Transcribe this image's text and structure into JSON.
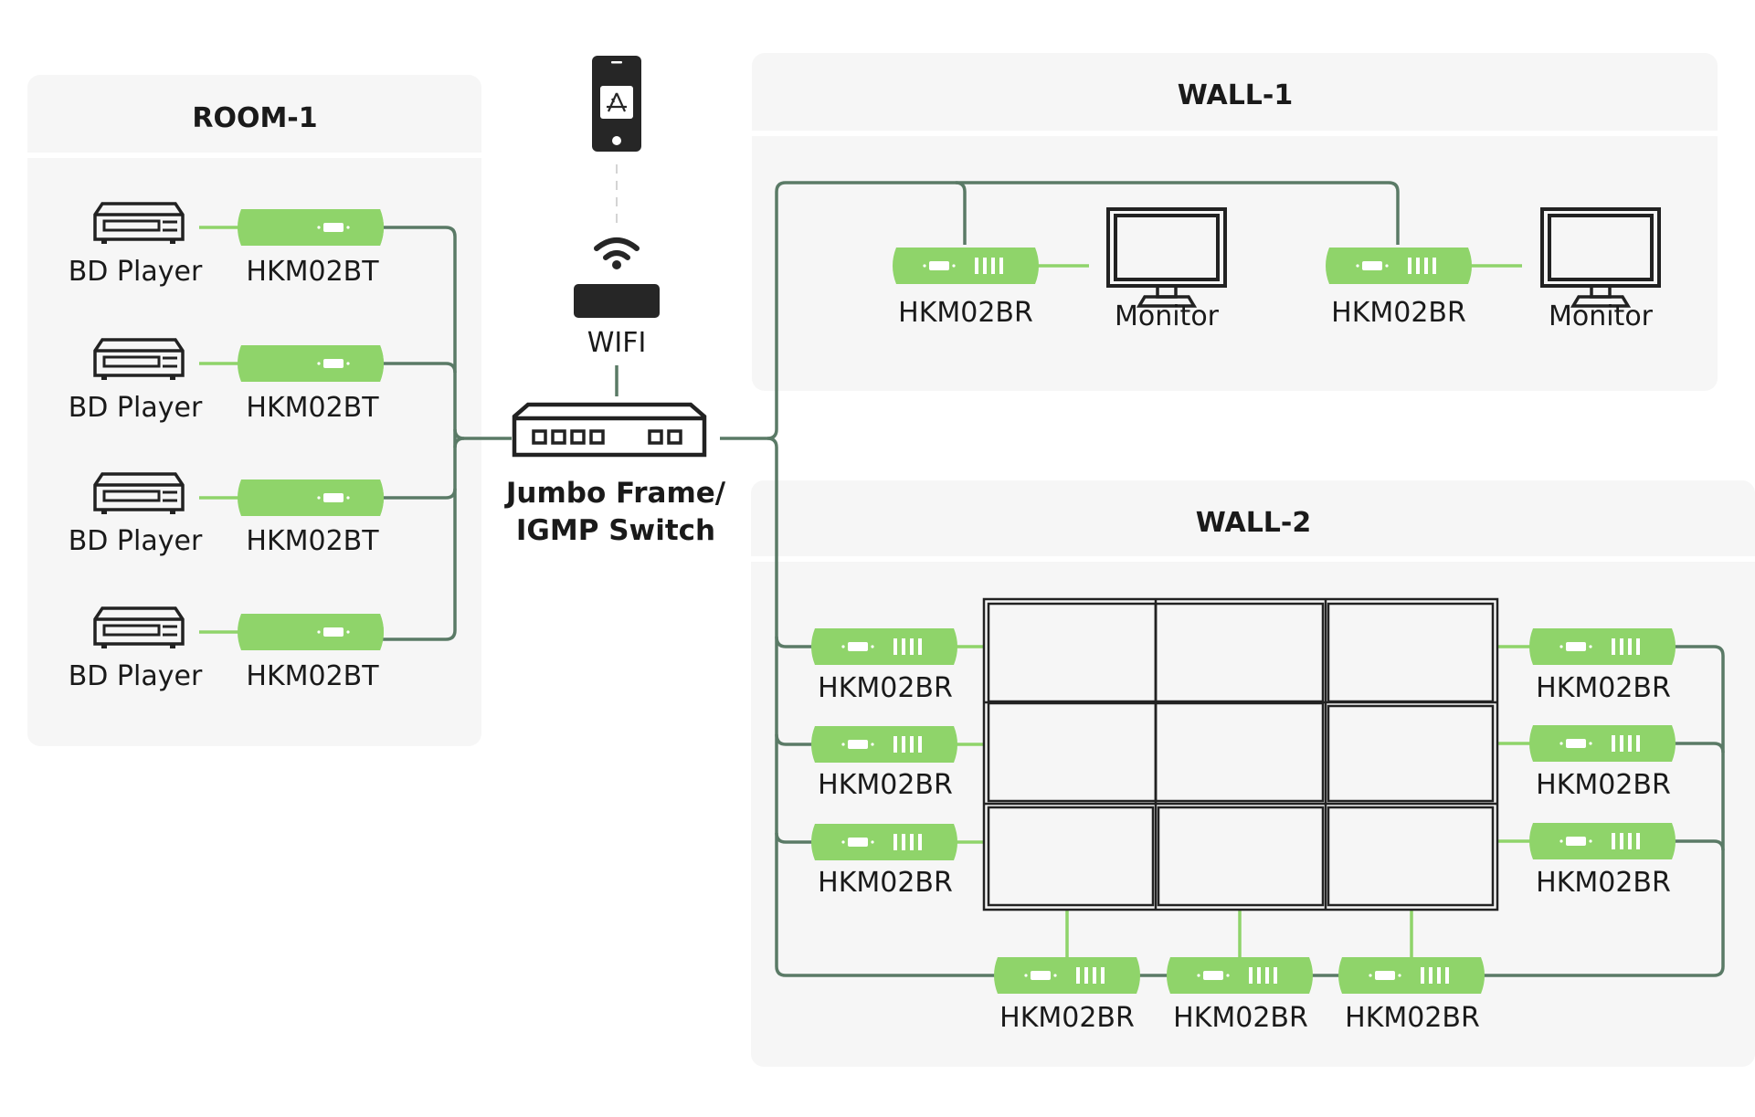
{
  "colors": {
    "panel": "#f6f6f6",
    "device_green": "#8fd46a",
    "network_line": "#5a7a66",
    "av_line": "#8fd46a",
    "ink": "#222222"
  },
  "room1": {
    "title": "ROOM-1",
    "rows": [
      {
        "source": "BD Player",
        "transmitter": "HKM02BT"
      },
      {
        "source": "BD Player",
        "transmitter": "HKM02BT"
      },
      {
        "source": "BD Player",
        "transmitter": "HKM02BT"
      },
      {
        "source": "BD Player",
        "transmitter": "HKM02BT"
      }
    ]
  },
  "center": {
    "phone_icon": "smartphone-app-store-icon",
    "wifi_label": "WIFI",
    "switch_label_line1": "Jumbo Frame/",
    "switch_label_line2": "IGMP Switch"
  },
  "wall1": {
    "title": "WALL-1",
    "pairs": [
      {
        "receiver": "HKM02BR",
        "display": "Monitor"
      },
      {
        "receiver": "HKM02BR",
        "display": "Monitor"
      }
    ]
  },
  "wall2": {
    "title": "WALL-2",
    "grid": "3x3",
    "left_receivers": [
      "HKM02BR",
      "HKM02BR",
      "HKM02BR"
    ],
    "right_receivers": [
      "HKM02BR",
      "HKM02BR",
      "HKM02BR"
    ],
    "bottom_receivers": [
      "HKM02BR",
      "HKM02BR",
      "HKM02BR"
    ]
  }
}
